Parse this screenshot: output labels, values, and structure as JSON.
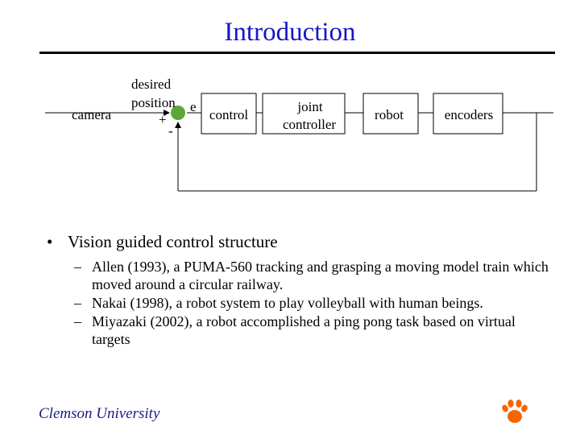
{
  "slide": {
    "title": "Introduction"
  },
  "diagram": {
    "camera": "camera",
    "desired": "desired",
    "position": "position",
    "e": "e",
    "plus": "+",
    "minus": "-",
    "control": "control",
    "joint": "joint",
    "controller": "controller",
    "robot": "robot",
    "encoders": "encoders"
  },
  "bullet": {
    "symbol": "•",
    "text": "Vision guided control structure",
    "items": [
      {
        "dash": "–",
        "text": "Allen (1993), a PUMA-560 tracking and grasping a moving model train which moved around a circular railway."
      },
      {
        "dash": "–",
        "text": "Nakai (1998), a robot system to play volleyball with human beings."
      },
      {
        "dash": "–",
        "text": "Miyazaki (2002), a robot accomplished a ping pong task based on virtual targets"
      }
    ]
  },
  "footer": {
    "text": "Clemson University"
  },
  "colors": {
    "title": "#1515c8",
    "summing_junction": "#5aa83a",
    "footer": "#1b1b86",
    "logo": "#f56600"
  },
  "icons": {
    "logo": "tiger-paw-icon"
  }
}
